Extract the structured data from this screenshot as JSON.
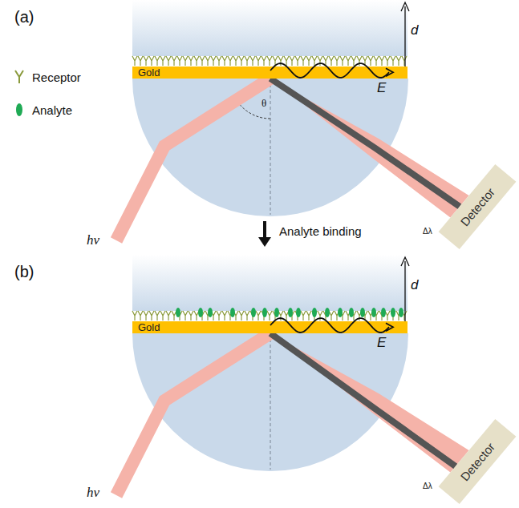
{
  "diagram": {
    "nodes": [
      {
        "text": [
          "Gold"
        ]
      },
      {
        "text": [
          "Detector"
        ]
      },
      {
        "text": [
          "Gold"
        ]
      },
      {
        "text": [
          "Detector"
        ]
      }
    ],
    "edges": [
      {
        "from": 0,
        "to": 1,
        "arrow": "none"
      },
      {
        "from": 2,
        "to": 3,
        "arrow": "none"
      }
    ],
    "labels": [
      "(a)",
      "d",
      "E",
      "θ",
      "hν",
      "Δλ",
      "Analyte binding",
      "(b)",
      "d",
      "E",
      "hν",
      "Δλ"
    ],
    "legend": [
      {
        "text": "Receptor"
      },
      {
        "text": "Analyte"
      }
    ]
  }
}
